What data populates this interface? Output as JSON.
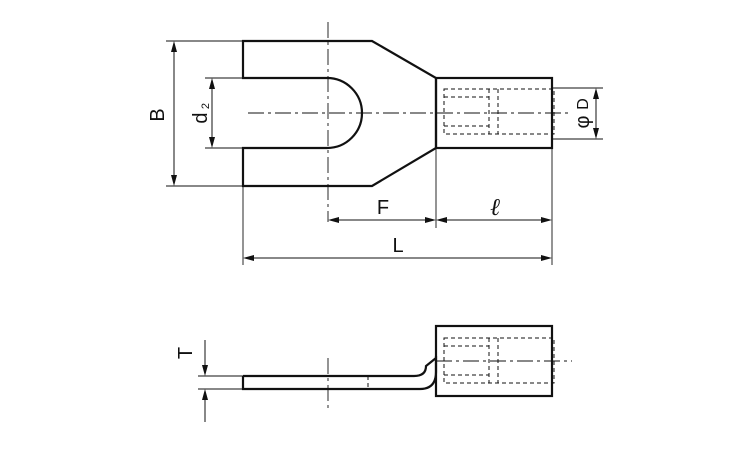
{
  "labels": {
    "B": "B",
    "d": "d",
    "d_sub": "2",
    "F": "F",
    "l": "ℓ",
    "L": "L",
    "phi": "φ",
    "D": "D",
    "T": "T"
  }
}
